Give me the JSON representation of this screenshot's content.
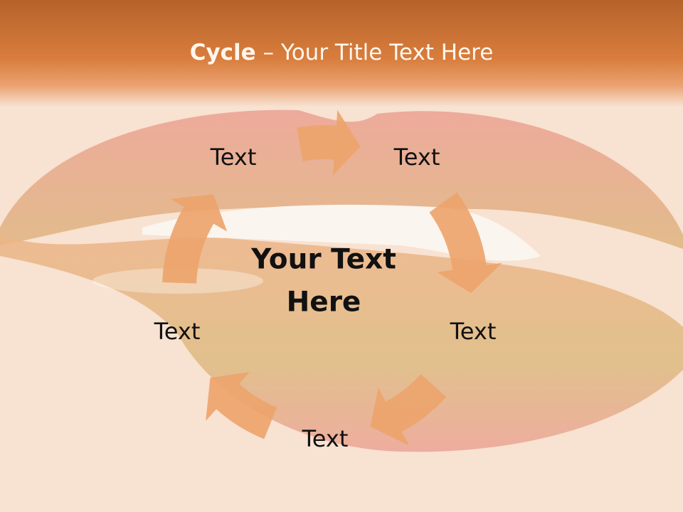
{
  "slide": {
    "title_bold": "Cycle",
    "title_rest": " – Your Title Text Here",
    "center_line1": "Your Text",
    "center_line2": "Here"
  },
  "cycle": {
    "nodes": [
      "Text",
      "Text",
      "Text",
      "Text",
      "Text"
    ],
    "arrow_color": "#eda46c",
    "header_color": "#d87d3d"
  }
}
